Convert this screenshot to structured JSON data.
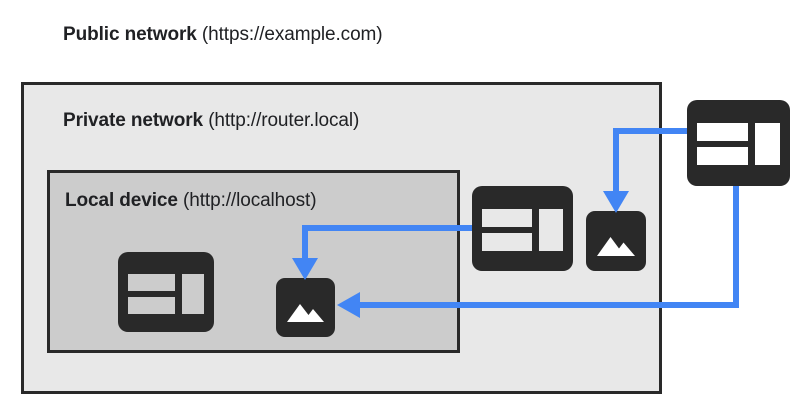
{
  "diagram": {
    "title": "Private network access diagram",
    "background": "#ffffff",
    "colors": {
      "arrow": "#4285f4",
      "icon_dark": "#292929",
      "public_background": "#ffffff",
      "private_background": "#e8e8e8",
      "local_background": "#cccccc",
      "border": "#292929",
      "text": "#202124"
    }
  },
  "zones": {
    "public": {
      "name": "Public network",
      "url": "(https://example.com)",
      "label": "Public network (https://example.com)"
    },
    "private": {
      "name": "Private network",
      "url": "(http://router.local)",
      "label": "Private network (http://router.local)"
    },
    "local": {
      "name": "Local device",
      "url": "(http://localhost)",
      "label": "Local device (http://localhost)"
    }
  },
  "icons": [
    {
      "id": "local-browser",
      "type": "browser-window-icon",
      "zone": "local"
    },
    {
      "id": "local-image",
      "type": "image-icon",
      "zone": "local"
    },
    {
      "id": "private-browser",
      "type": "browser-window-icon",
      "zone": "private"
    },
    {
      "id": "private-image",
      "type": "image-icon",
      "zone": "private"
    },
    {
      "id": "public-browser",
      "type": "browser-window-icon",
      "zone": "public"
    }
  ],
  "arrows": [
    {
      "id": "private-browser-to-local-image",
      "from": "private-browser",
      "to": "local-image",
      "color": "#4285f4"
    },
    {
      "id": "public-browser-to-private-image",
      "from": "public-browser",
      "to": "private-image",
      "color": "#4285f4"
    },
    {
      "id": "public-browser-to-local-image",
      "from": "public-browser",
      "to": "local-image",
      "color": "#4285f4"
    }
  ]
}
